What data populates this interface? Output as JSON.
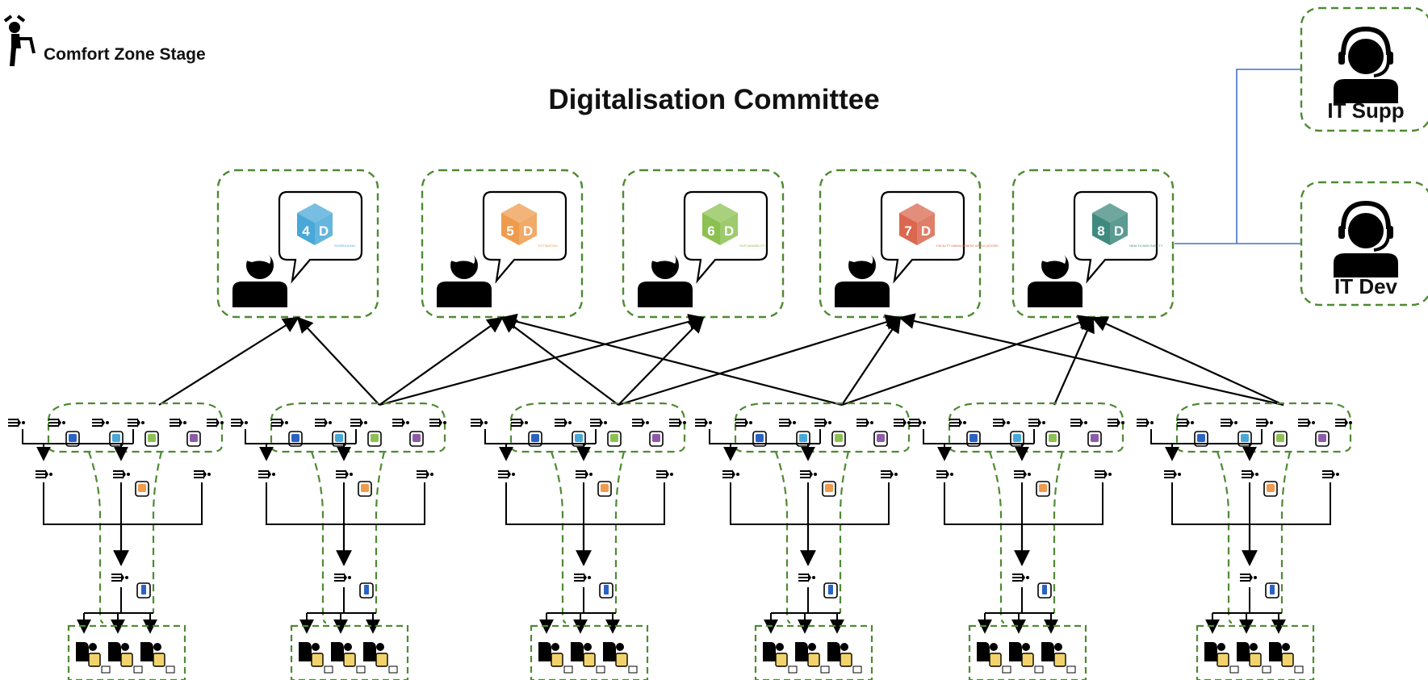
{
  "stage_label": "Comfort Zone Stage",
  "title": "Digitalisation Committee",
  "dimensions": [
    {
      "digit": "4",
      "letter": "D",
      "color": "#4aa8d8",
      "caption": "SCHEDULING"
    },
    {
      "digit": "5",
      "letter": "D",
      "color": "#ef9b4e",
      "caption": "ESTIMATING"
    },
    {
      "digit": "6",
      "letter": "D",
      "color": "#8cc152",
      "caption": "SUSTAINABILITY"
    },
    {
      "digit": "7",
      "letter": "D",
      "color": "#d9684f",
      "caption": "FACILITY MANAGEMENT APPLICATIONS"
    },
    {
      "digit": "8",
      "letter": "D",
      "color": "#3f8a7e",
      "caption": "HEALTH AND SAFETY"
    }
  ],
  "it_roles": [
    {
      "label": "IT  Supp"
    },
    {
      "label": "IT  Dev"
    }
  ],
  "colors": {
    "dashed_border": "#4e8a33",
    "link_blue": "#4472c4",
    "ink": "#000000"
  },
  "icons": [
    "person-icon",
    "speech-bubble-icon",
    "headset-person-icon",
    "chair-person-icon",
    "arrow-person-icon"
  ]
}
